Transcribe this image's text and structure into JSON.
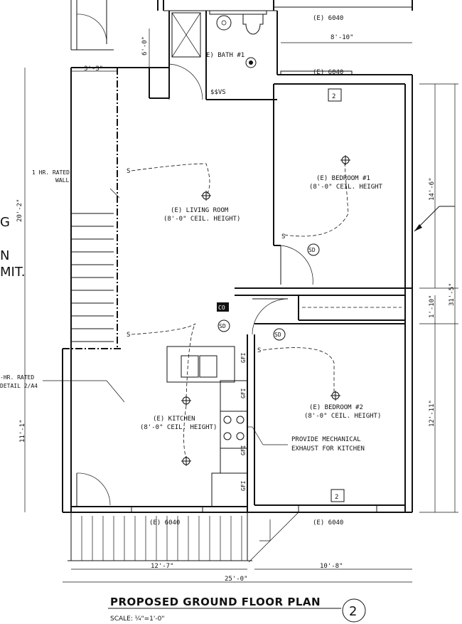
{
  "drawing": {
    "title": "PROPOSED GROUND FLOOR PLAN",
    "scale": "SCALE: ¼\"=1'-0\"",
    "sheet_number": "2"
  },
  "rooms": {
    "bath": "E) BATH #1",
    "living": {
      "name": "(E) LIVING ROOM",
      "ceiling": "(8'-0\" CEIL. HEIGHT)"
    },
    "bedroom1": {
      "name": "(E) BEDROOM #1",
      "ceiling": "(8'-0\" CEIL. HEIGHT"
    },
    "bedroom2": {
      "name": "(E) BEDROOM #2",
      "ceiling": "(8'-0\" CEIL. HEIGHT)"
    },
    "kitchen": {
      "name": "(E) KITCHEN",
      "ceiling": "(8'-0\" CEIL. HEIGHT)"
    }
  },
  "windows": {
    "top_right": "(E) 6040",
    "mid_right": "(E) 6040",
    "bottom_left": "(E) 6040",
    "bottom_right": "(E) 6040"
  },
  "dimensions": {
    "d_8_10": "8'-10\"",
    "d_3_3": "3'-3\"",
    "d_6_0": "6'-0\"",
    "d_20_2": "20'-2\"",
    "d_14_6": "14'-6\"",
    "d_31_5": "31'-5\"",
    "d_1_10": "1'-10\"",
    "d_12_11": "12'-11\"",
    "d_11_1": "11'-1\"",
    "d_12_7": "12'-7\"",
    "d_10_8": "10'-8\"",
    "d_25_0": "25'-0\""
  },
  "notes": {
    "wall_1hr_line1": "1 HR. RATED",
    "wall_1hr_line2": "WALL",
    "wall_hr_line1": "-HR. RATED",
    "wall_hr_line2": "DETAIL 2/A4",
    "exhaust_line1": "PROVIDE MECHANICAL",
    "exhaust_line2": "EXHAUST FOR KITCHEN",
    "partial_g": "G",
    "partial_n": "N",
    "partial_mit": "MIT."
  },
  "symbols": {
    "smoke_detector": "SD",
    "co_detector": "CO",
    "switch": "S",
    "switch_vs": "$$VS",
    "gfi": "GFI",
    "window_tag": "2"
  }
}
